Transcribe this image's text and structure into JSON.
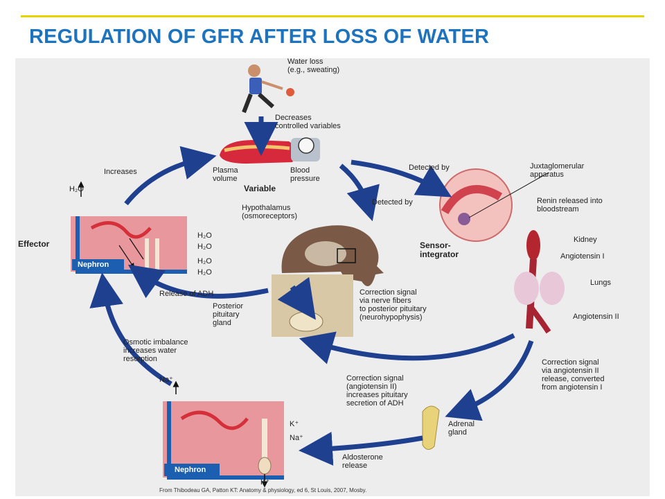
{
  "slide": {
    "title": "REGULATION OF GFR AFTER LOSS OF WATER",
    "accent_color": "#1e73be",
    "rule_color": "#e8d200"
  },
  "diagram": {
    "stimulus": "Water loss\n(e.g., sweating)",
    "decreases": "Decreases\ncontrolled variables",
    "plasma_volume": "Plasma\nvolume",
    "blood_pressure": "Blood\npressure",
    "variable": "Variable",
    "increases": "Increases",
    "detected_by_right": "Detected by",
    "detected_by_center": "Detected by",
    "jga": "Juxtaglomerular\napparatus",
    "renin": "Renin released into\nbloodstream",
    "hypothalamus": "Hypothalamus\n(osmoreceptors)",
    "sensor": "Sensor-\nintegrator",
    "kidney": "Kidney",
    "angiotensin_1": "Angiotensin I",
    "lungs": "Lungs",
    "angiotensin_2": "Angiotensin II",
    "effector": "Effector",
    "h2o_top": "H₂O",
    "h2o_1": "H₂O",
    "h2o_2": "H₂O",
    "h2o_3": "H₂O",
    "h2o_4": "H₂O",
    "nephron_top": "Nephron",
    "release_adh": "Release of ADH",
    "posterior_pituitary": "Posterior\npituitary\ngland",
    "correction_nerve": "Correction signal\nvia nerve fibers\nto posterior pituitary\n(neurohypophysis)",
    "osmotic": "Osmotic imbalance\nincreases water\nresorption",
    "correction_ang": "Correction signal\n(angiotensin II)\nincreases pituitary\nsecretion of ADH",
    "correction_ang2": "Correction signal\nvia angiotensin II\nrelease, converted\nfrom angiotensin I",
    "na_top": "Na⁺",
    "k_right": "K⁺",
    "na_right": "Na⁺",
    "k_bottom": "K⁺",
    "nephron_bottom": "Nephron",
    "adrenal": "Adrenal\ngland",
    "aldosterone": "Aldosterone\nrelease",
    "credit": "From Thibodeau GA, Patton KT: Anatomy & physiology, ed 6, St Louis, 2007, Mosby."
  }
}
